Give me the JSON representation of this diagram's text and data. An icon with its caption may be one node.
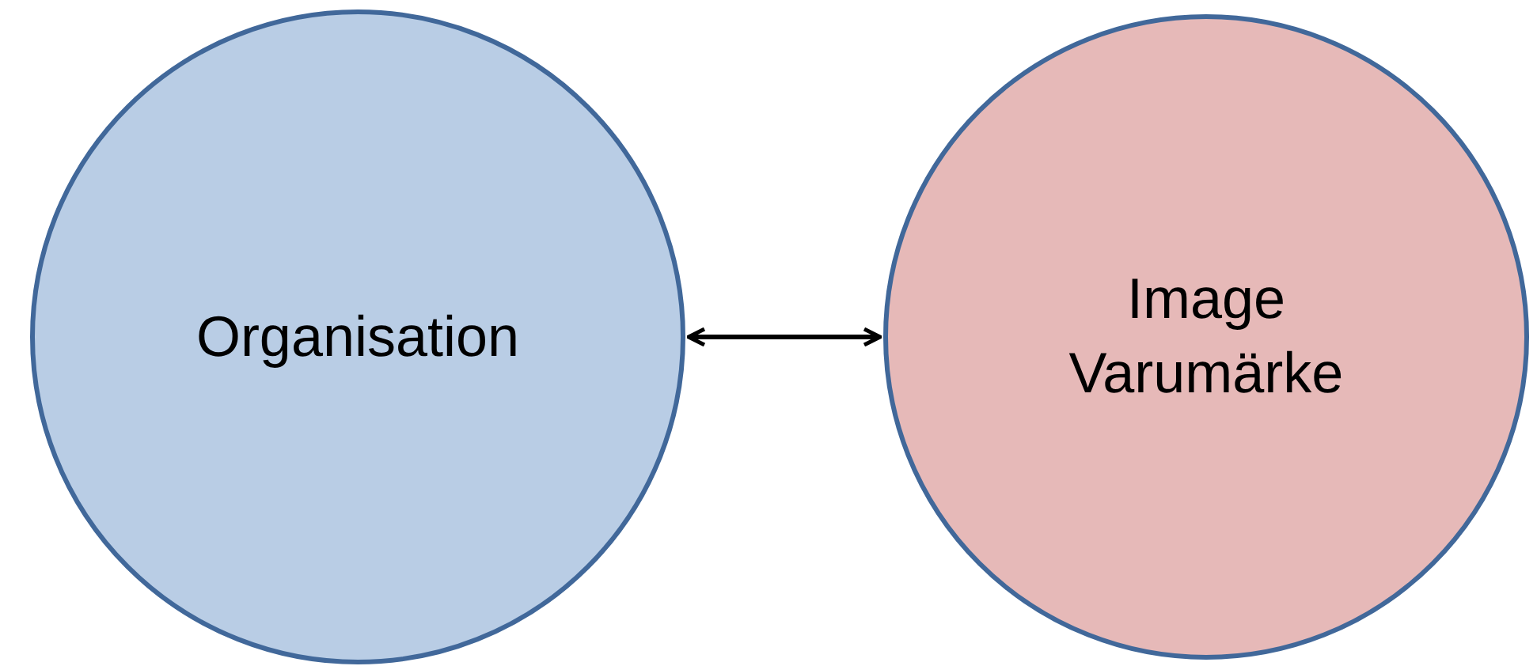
{
  "diagram": {
    "nodes": [
      {
        "text": [
          "Organisation"
        ]
      },
      {
        "text": [
          "Image Varumärke"
        ]
      }
    ],
    "edges": [
      {
        "from": 0,
        "to": 1,
        "arrow": "both"
      }
    ]
  }
}
